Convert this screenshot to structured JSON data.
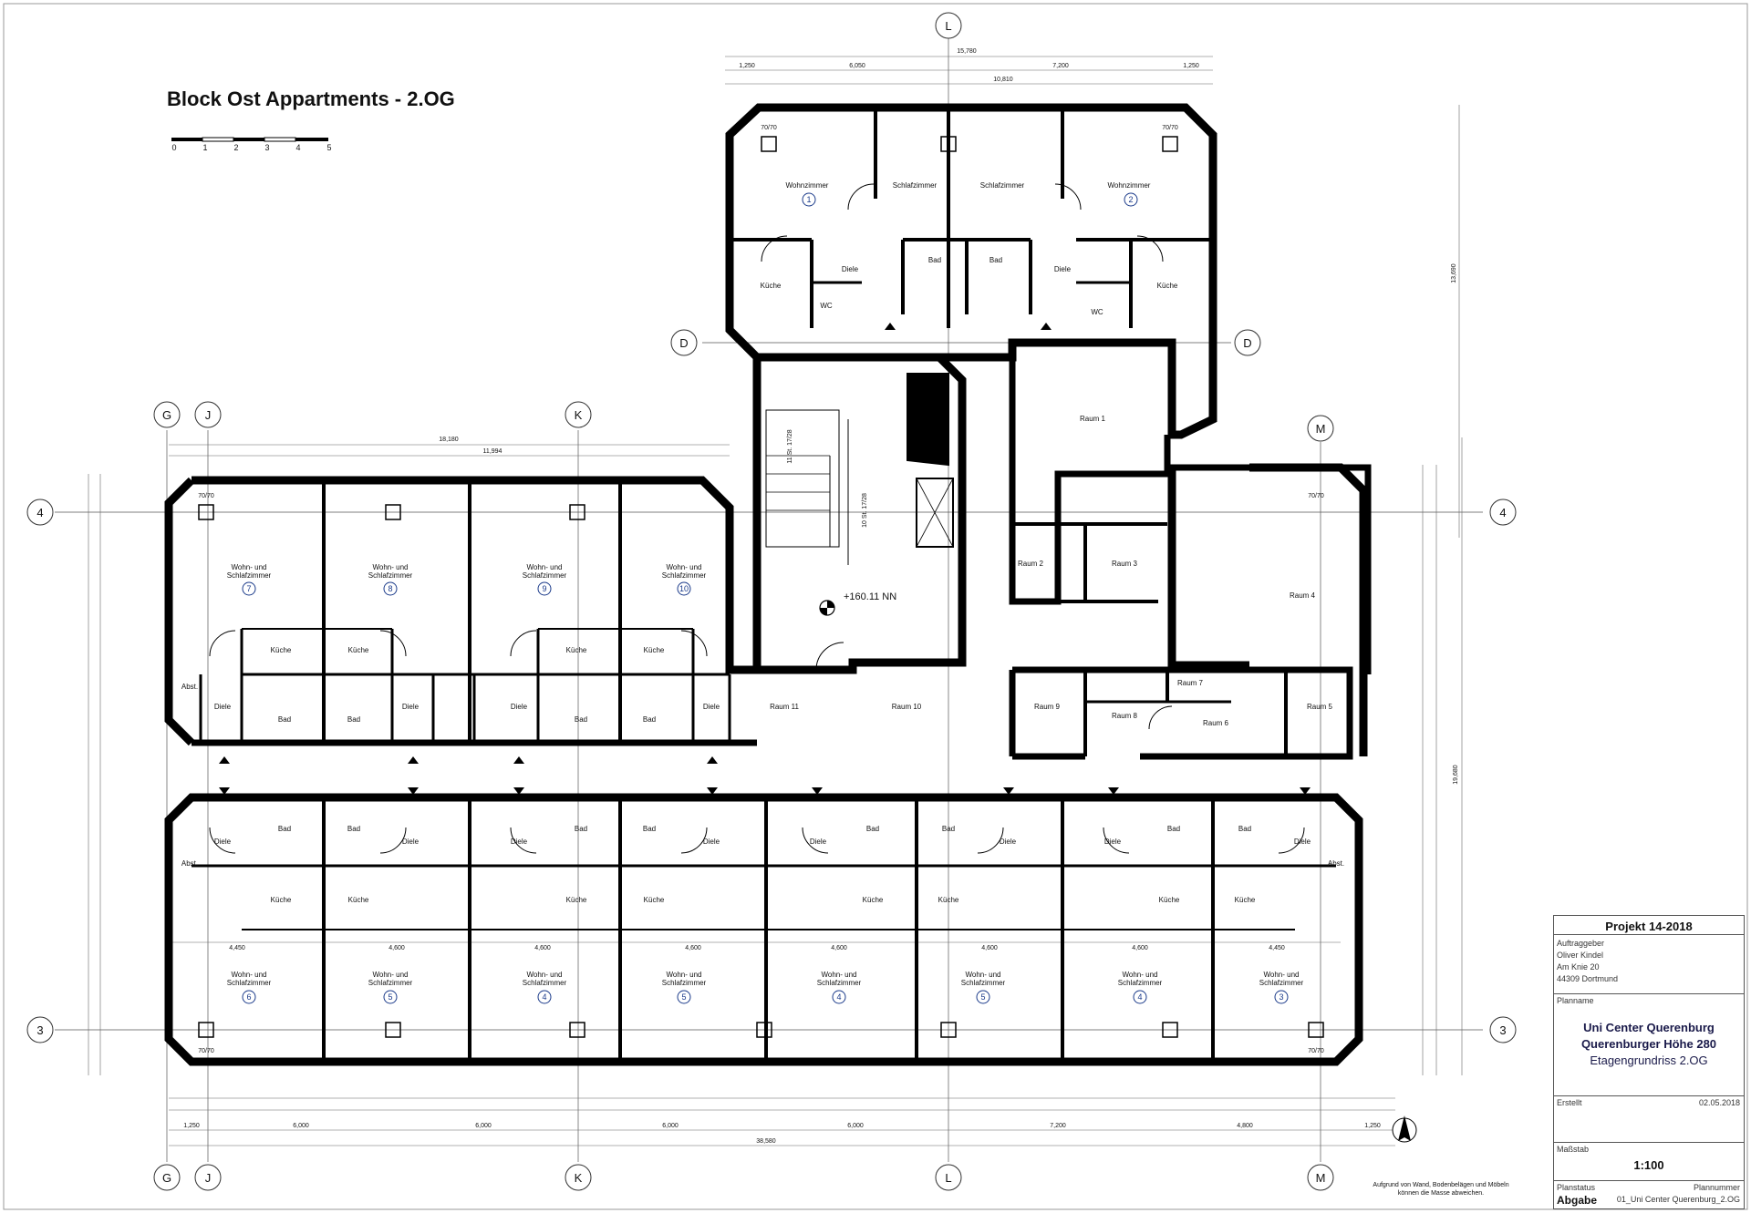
{
  "plan": {
    "title": "Block Ost Appartments - 2.OG",
    "scale_bar_labels": [
      "0",
      "1",
      "2",
      "3",
      "4",
      "5"
    ],
    "level_marker": "+160.11 NN",
    "note": "Aufgrund von Wand, Bodenbelägen und Möbeln können die Masse abweichen."
  },
  "axes": {
    "top": [
      "L"
    ],
    "row_d": [
      "D",
      "D"
    ],
    "upper": [
      "G",
      "J",
      "K",
      "M"
    ],
    "bottom": [
      "G",
      "J",
      "K",
      "L",
      "M"
    ],
    "left": [
      "4",
      "3"
    ],
    "right": [
      "4",
      "3"
    ]
  },
  "rooms": {
    "wohnzimmer": "Wohnzimmer",
    "schlafzimmer": "Schlafzimmer",
    "bad": "Bad",
    "diele": "Diele",
    "kueche": "Küche",
    "wc": "WC",
    "abst": "Abst.",
    "wohn_schlaf_1": "Wohn- und",
    "wohn_schlaf_2": "Schlafzimmer",
    "raum1": "Raum 1",
    "raum2": "Raum 2",
    "raum3": "Raum 3",
    "raum4": "Raum 4",
    "raum5": "Raum 5",
    "raum6": "Raum 6",
    "raum7": "Raum 7",
    "raum8": "Raum 8",
    "raum9": "Raum 9",
    "raum10": "Raum 10",
    "raum11": "Raum 11",
    "column_label": "70/70"
  },
  "apartment_numbers": {
    "north": [
      "1",
      "2"
    ],
    "west_upper": [
      "7",
      "8",
      "9",
      "10"
    ],
    "south": [
      "6",
      "5",
      "4",
      "5",
      "4",
      "5",
      "4",
      "3"
    ]
  },
  "dimensions": {
    "top_total": "15,780",
    "top_row1": [
      "1,250",
      "6,050",
      "7,200",
      "1,250"
    ],
    "top_row2": [
      "10,810"
    ],
    "west_total": "18,180",
    "west_row": [
      "11,994"
    ],
    "bottom_total": "38,580",
    "bottom_row": [
      "1,250",
      "6,000",
      "6,000",
      "6,000",
      "6,000",
      "7,200",
      "4,800",
      "1,250"
    ],
    "module_row": [
      "4,450",
      "4,600",
      "4,600",
      "4,600",
      "4,600",
      "4,600",
      "4,600",
      "4,450"
    ],
    "right_total": "13,690",
    "right_mid": "19,680",
    "stair1": "11 St. 17/28",
    "stair2": "10 St. 17/28"
  },
  "title_block": {
    "project": "Projekt 14-2018",
    "client_label": "Auftraggeber",
    "client_lines": [
      "Oliver Kindel",
      "Am Knie 20",
      "44309 Dortmund"
    ],
    "planname_label": "Planname",
    "plan_name_1": "Uni Center Querenburg",
    "plan_name_2": "Querenburger Höhe 280",
    "plan_name_3": "Etagengrundriss 2.OG",
    "created_label": "Erstellt",
    "created_date": "02.05.2018",
    "scale_label": "Maßstab",
    "scale_value": "1:100",
    "status_label": "Planstatus",
    "status_value": "Abgabe",
    "plannumber_label": "Plannummer",
    "plannumber_value": "01_Uni Center Querenburg_2.OG"
  }
}
